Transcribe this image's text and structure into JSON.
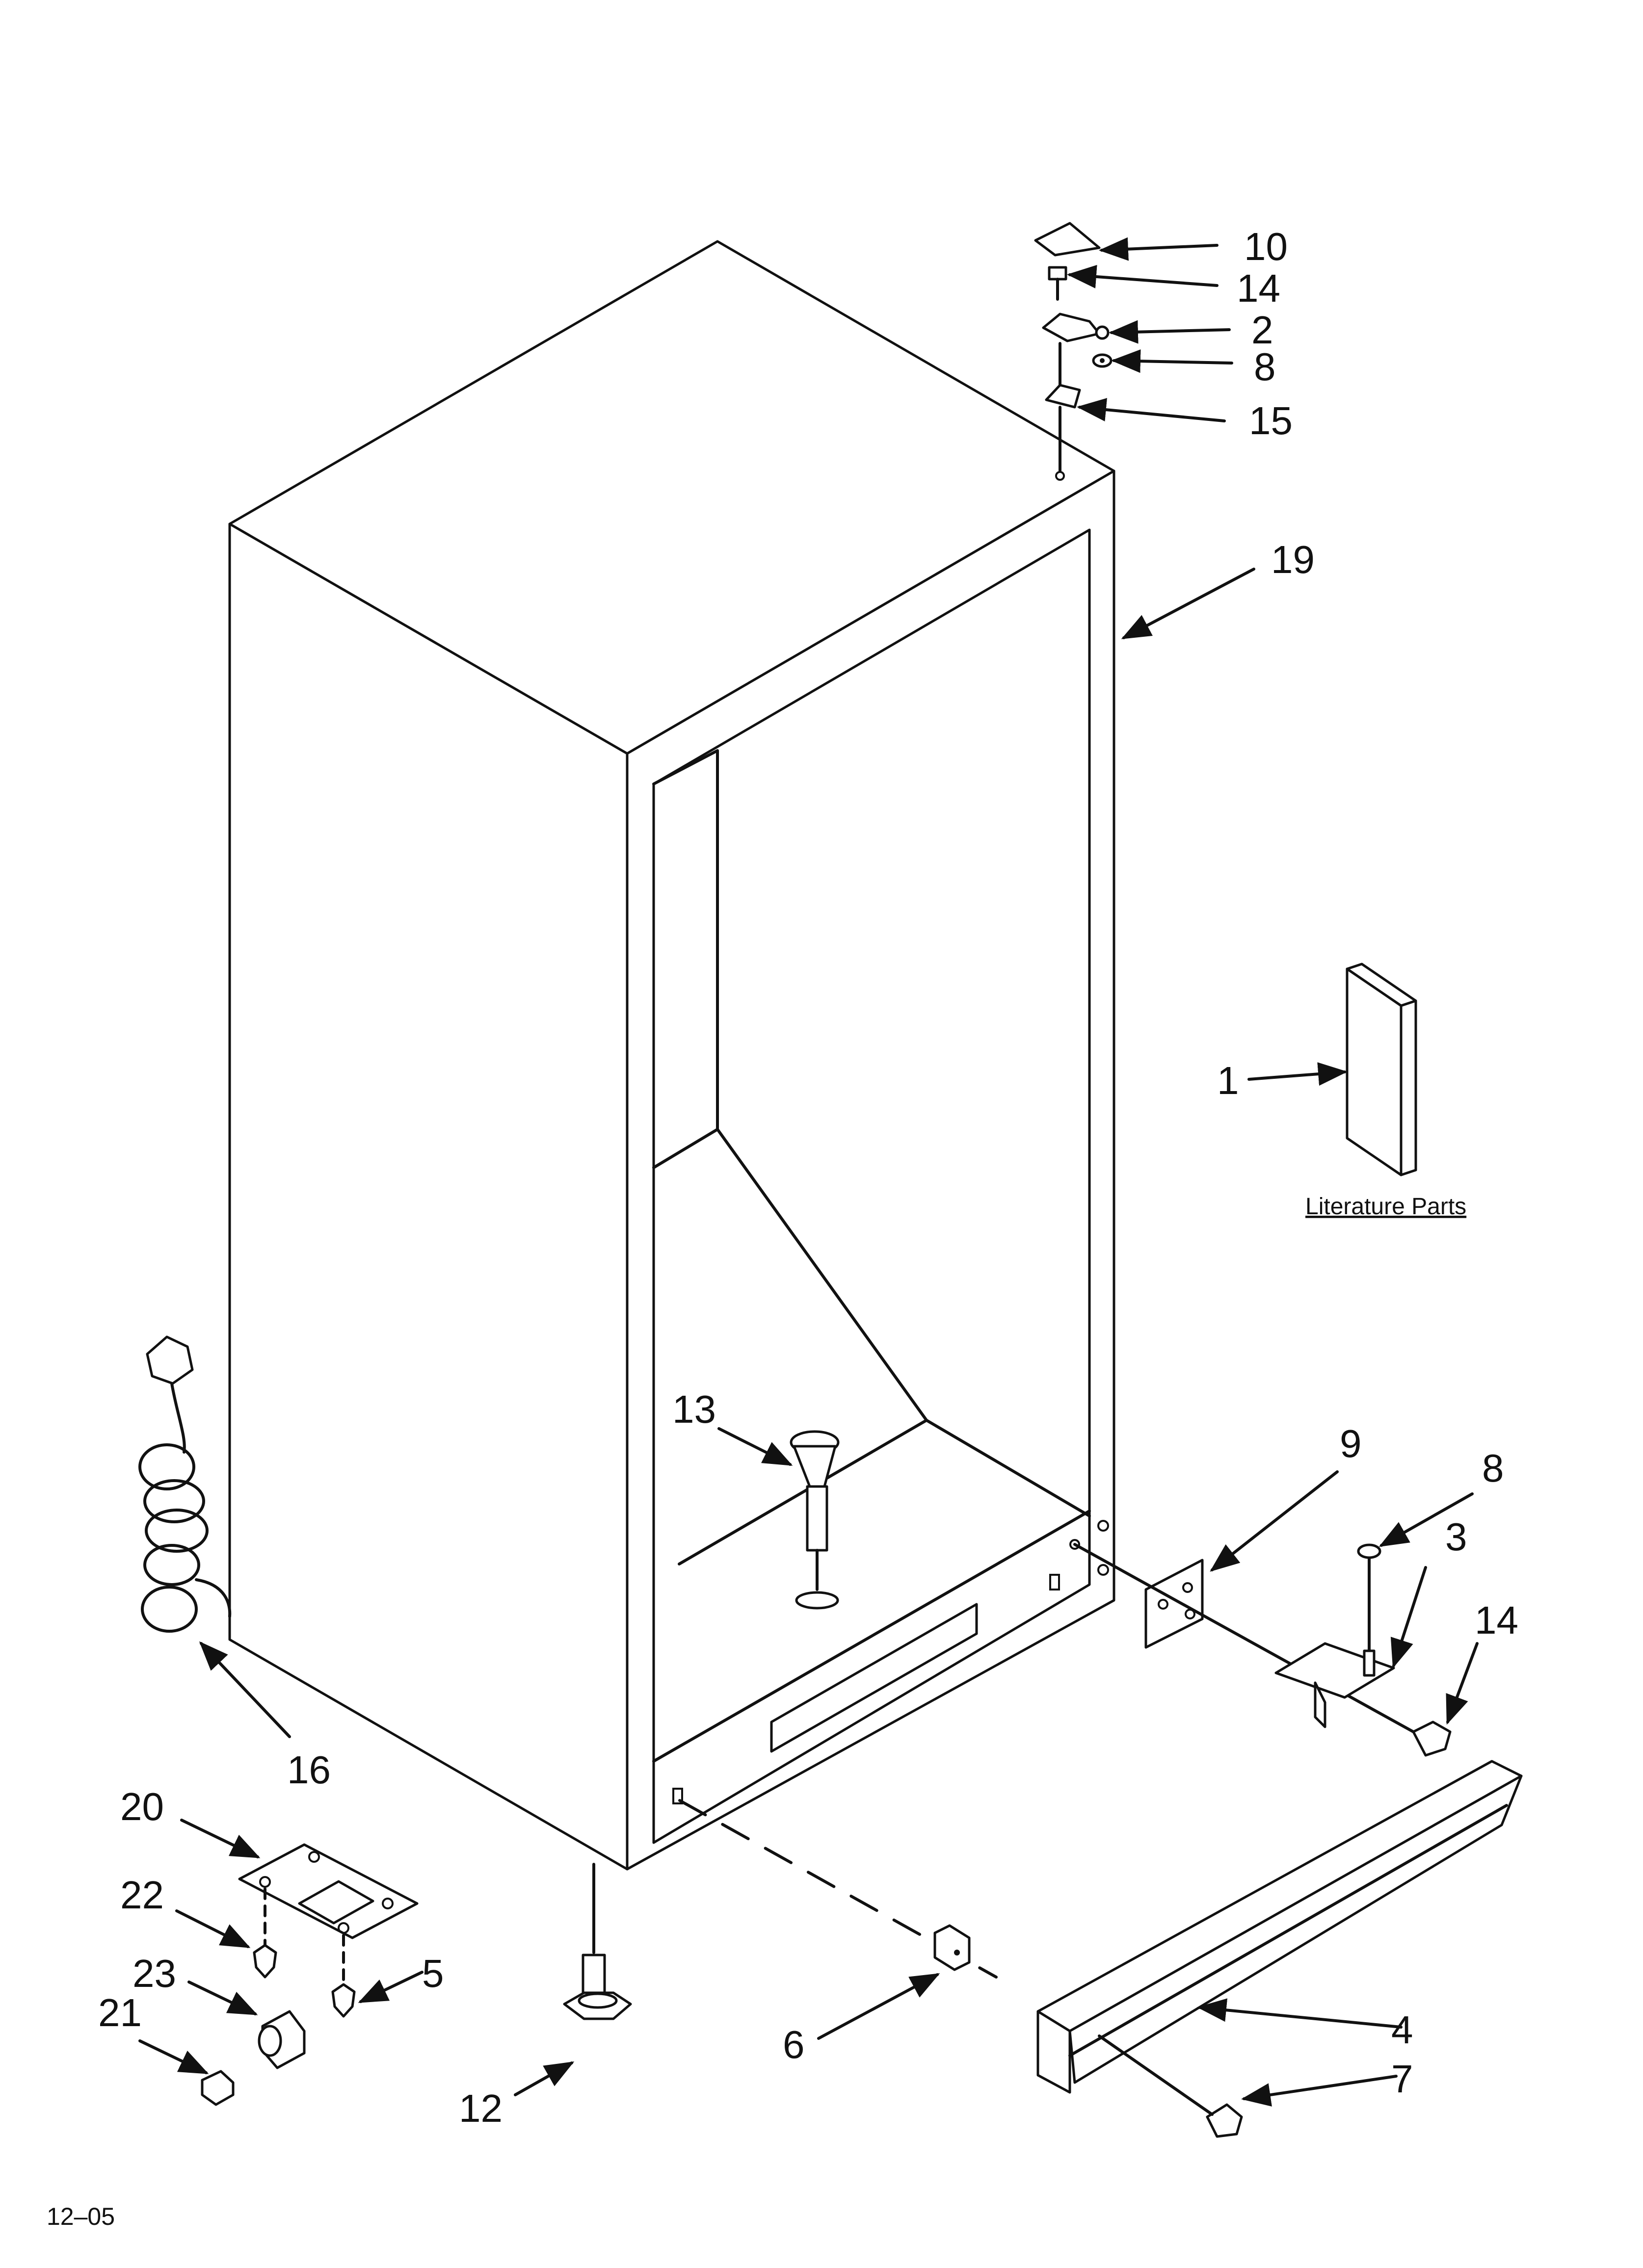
{
  "callouts": [
    {
      "id": "10",
      "text": "10"
    },
    {
      "id": "14a",
      "text": "14"
    },
    {
      "id": "2",
      "text": "2"
    },
    {
      "id": "8a",
      "text": "8"
    },
    {
      "id": "15",
      "text": "15"
    },
    {
      "id": "19",
      "text": "19"
    },
    {
      "id": "1",
      "text": "1"
    },
    {
      "id": "13",
      "text": "13"
    },
    {
      "id": "9",
      "text": "9"
    },
    {
      "id": "8b",
      "text": "8"
    },
    {
      "id": "3",
      "text": "3"
    },
    {
      "id": "14b",
      "text": "14"
    },
    {
      "id": "16",
      "text": "16"
    },
    {
      "id": "20",
      "text": "20"
    },
    {
      "id": "22",
      "text": "22"
    },
    {
      "id": "23",
      "text": "23"
    },
    {
      "id": "21",
      "text": "21"
    },
    {
      "id": "5",
      "text": "5"
    },
    {
      "id": "12",
      "text": "12"
    },
    {
      "id": "6",
      "text": "6"
    },
    {
      "id": "4",
      "text": "4"
    },
    {
      "id": "7",
      "text": "7"
    }
  ],
  "literature_label": "Literature Parts",
  "footer_code": "12–05"
}
